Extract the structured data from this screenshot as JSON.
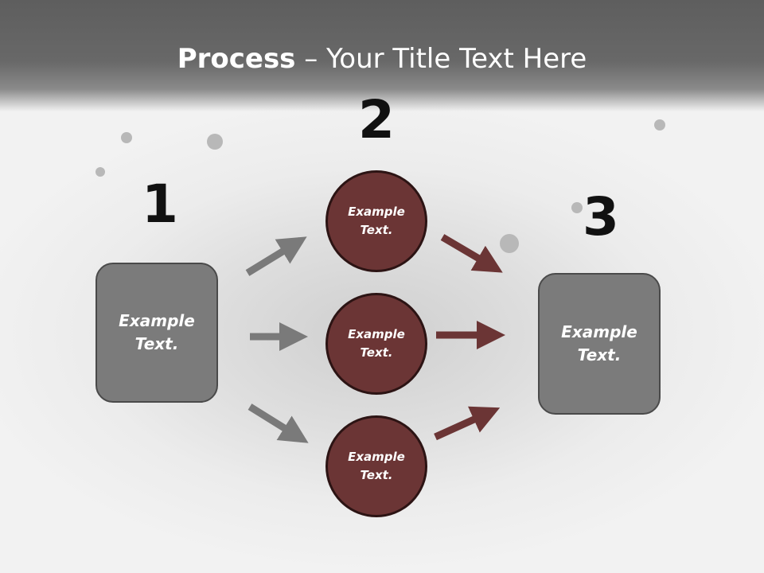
{
  "slide": {
    "title_bold": "Process",
    "title_rest": " – Your Title Text Here"
  },
  "steps": {
    "step1_number": "1",
    "step2_number": "2",
    "step3_number": "3"
  },
  "nodes": {
    "left_box": "Example\nText.",
    "circle_top": "Example\nText.",
    "circle_middle": "Example\nText.",
    "circle_bottom": "Example\nText.",
    "right_box": "Example\nText."
  },
  "colors": {
    "box_fill": "#7b7b7b",
    "circle_fill": "#6b3535",
    "arrow_gray": "#7a7a7a",
    "arrow_red": "#6b3535"
  }
}
